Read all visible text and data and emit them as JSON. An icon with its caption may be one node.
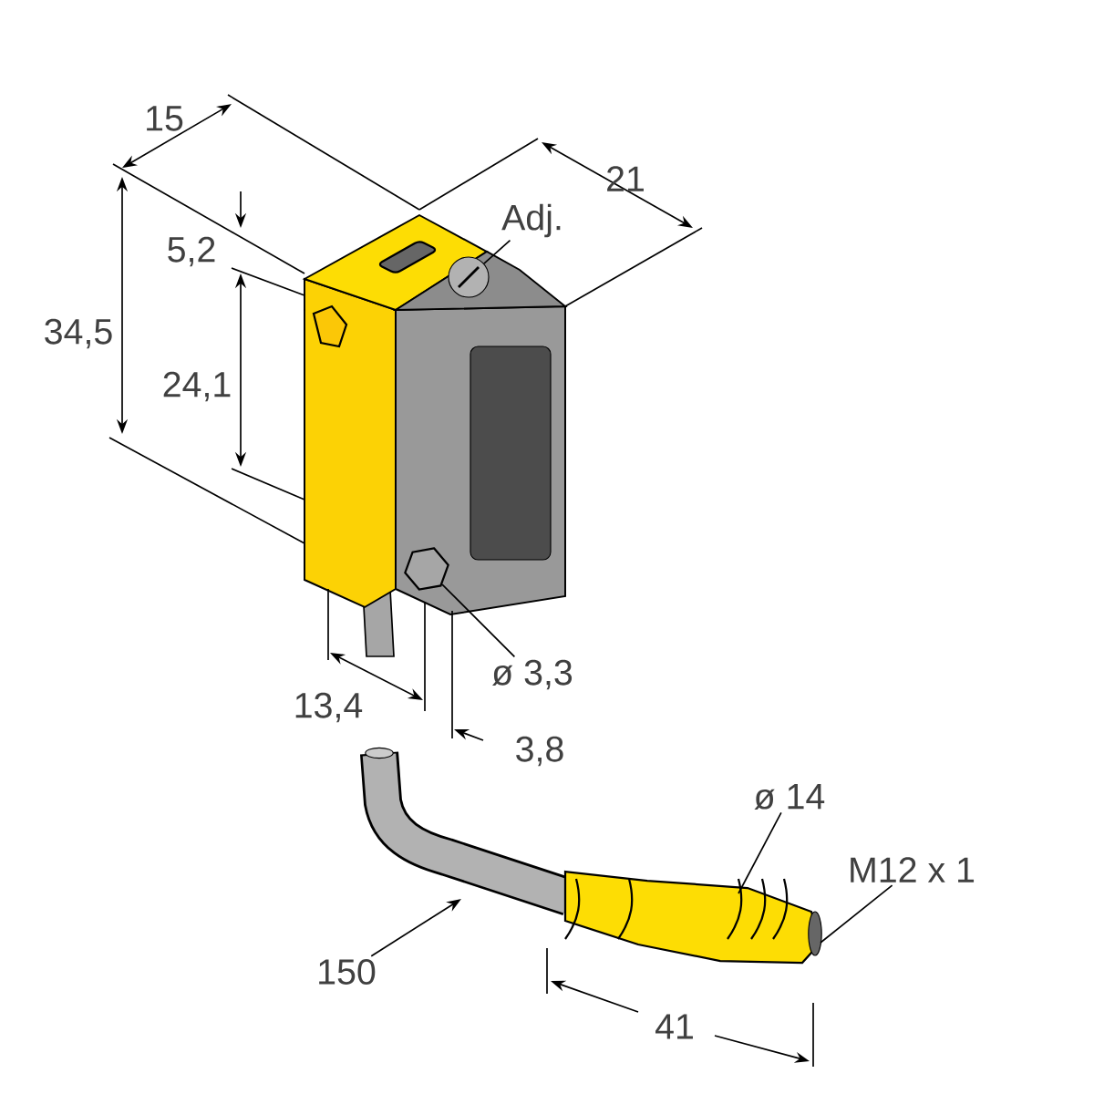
{
  "diagram": {
    "nodes": [
      {
        "text": [
          "Adj."
        ]
      },
      {
        "text": [
          "ø 3,3"
        ]
      },
      {
        "text": [
          "ø 14"
        ]
      },
      {
        "text": [
          "M12 x 1"
        ]
      },
      {
        "text": [
          "150"
        ]
      },
      {
        "text": [],
        "shape": "hexagon"
      },
      {
        "text": [],
        "shape": "circle"
      }
    ],
    "edges": [
      {
        "from": 0,
        "to": 6,
        "arrow": "none"
      },
      {
        "from": 1,
        "to": 5,
        "arrow": "none"
      },
      {
        "from": 2,
        "to": null,
        "arrow": "none"
      },
      {
        "from": 3,
        "to": null,
        "arrow": "none"
      },
      {
        "from": 4,
        "to": null,
        "arrow": "to"
      }
    ],
    "labels": [
      "15",
      "21",
      "5,2",
      "34,5",
      "24,1",
      "13,4",
      "3,8",
      "41"
    ]
  }
}
